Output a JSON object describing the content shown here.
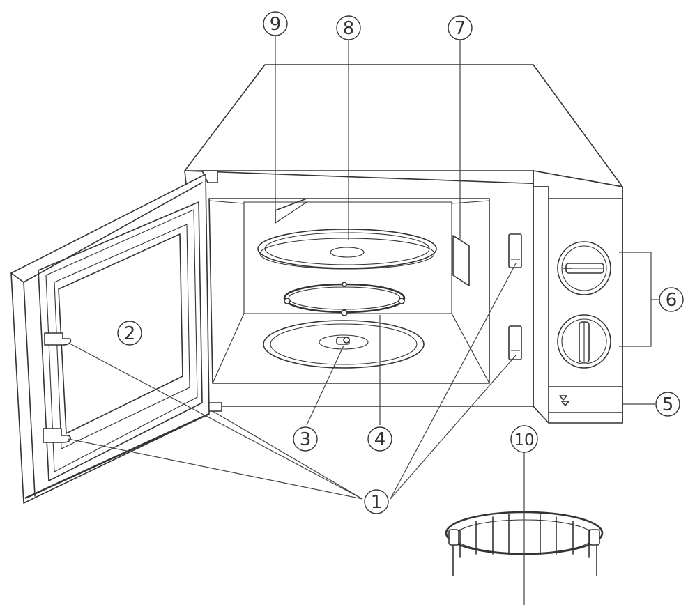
{
  "callouts": [
    {
      "id": "1",
      "label": "1",
      "part": "door-safety-lock-system"
    },
    {
      "id": "2",
      "label": "2",
      "part": "oven-window"
    },
    {
      "id": "3",
      "label": "3",
      "part": "shaft"
    },
    {
      "id": "4",
      "label": "4",
      "part": "roller-ring"
    },
    {
      "id": "5",
      "label": "5",
      "part": "control-panel"
    },
    {
      "id": "6",
      "label": "6",
      "part": "control-knobs"
    },
    {
      "id": "7",
      "label": "7",
      "part": "wave-guide"
    },
    {
      "id": "8",
      "label": "8",
      "part": "glass-tray"
    },
    {
      "id": "9",
      "label": "9",
      "part": "grill-heater"
    },
    {
      "id": "10",
      "label": "10",
      "part": "grill-rack"
    }
  ],
  "colors": {
    "line": "#333333",
    "background": "#ffffff"
  }
}
